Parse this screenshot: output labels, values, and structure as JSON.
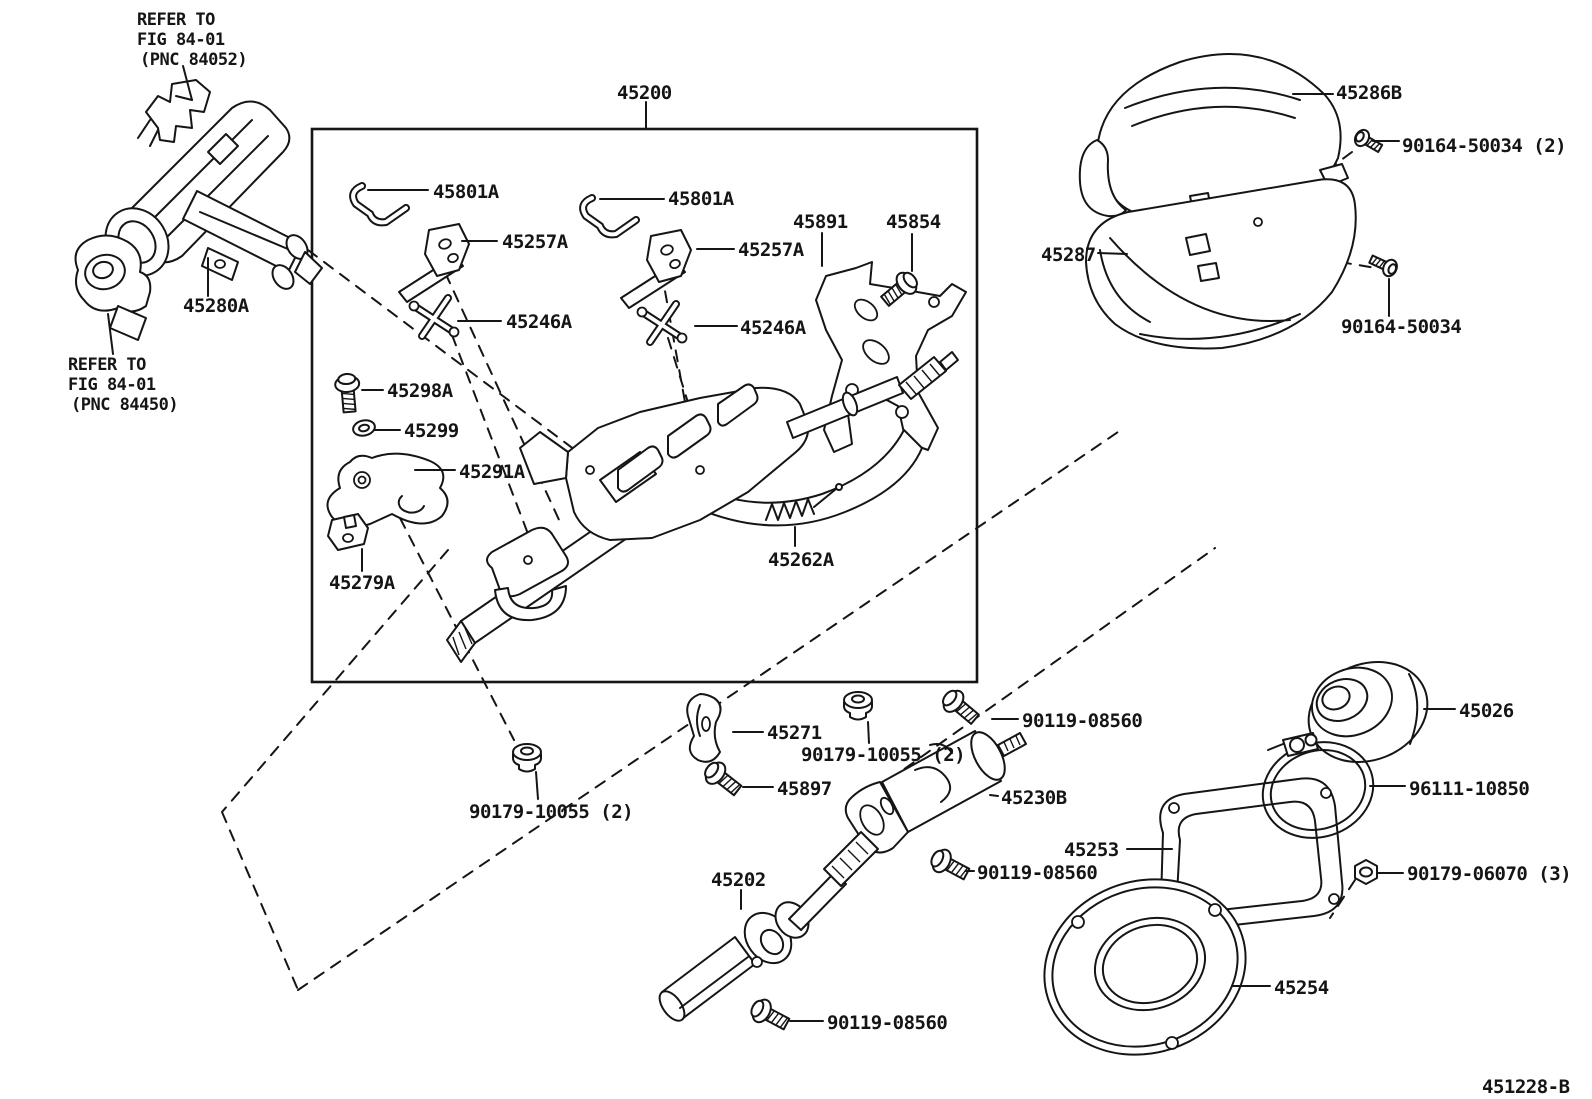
{
  "diagram": {
    "drawing_number": "451228-B",
    "notes": {
      "note_top": {
        "l1": "REFER TO",
        "l2": "FIG 84-01",
        "l3": "(PNC 84052)"
      },
      "note_left": {
        "l1": "REFER TO",
        "l2": "FIG 84-01",
        "l3": "(PNC 84450)"
      }
    },
    "parts": {
      "p45200": "45200",
      "p45280A": "45280A",
      "p45801A_1": "45801A",
      "p45801A_2": "45801A",
      "p45257A_1": "45257A",
      "p45257A_2": "45257A",
      "p45246A_1": "45246A",
      "p45246A_2": "45246A",
      "p45891": "45891",
      "p45854": "45854",
      "p45298A": "45298A",
      "p45299": "45299",
      "p45291A": "45291A",
      "p45279A": "45279A",
      "p45262A": "45262A",
      "p45271": "45271",
      "p45897": "45897",
      "p45230B": "45230B",
      "p45202": "45202",
      "p45253": "45253",
      "p45254": "45254",
      "p45026": "45026",
      "p96111_10850": "96111-10850",
      "p90179_10055_left": "90179-10055 (2)",
      "p90179_10055_right": "90179-10055 (2)",
      "p90119_08560_right": "90119-08560",
      "p90119_08560_mid": "90119-08560",
      "p90119_08560_bottom": "90119-08560",
      "p90179_06070": "90179-06070 (3)",
      "p90164_50034_top": "90164-50034 (2)",
      "p90164_50034_bottom": "90164-50034",
      "p45286B": "45286B",
      "p45287": "45287"
    }
  }
}
